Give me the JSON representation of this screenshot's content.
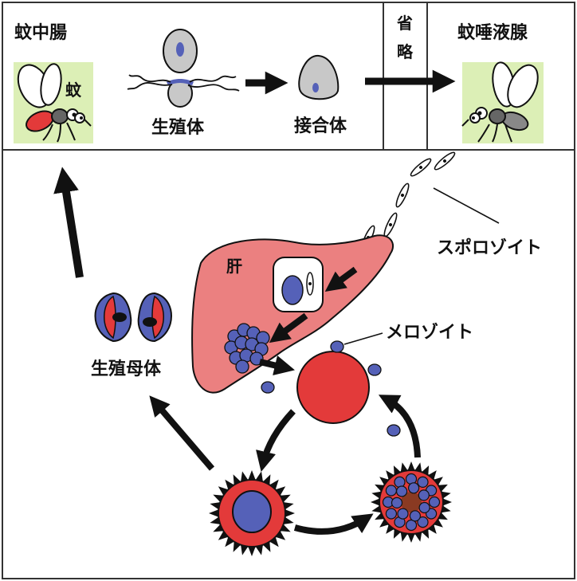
{
  "labels": {
    "mosquito_midgut": "蚊中腸",
    "gametes": "生殖体",
    "zygote": "接合体",
    "omitted_line1": "省",
    "omitted_line2": "略",
    "salivary_gland": "蚊唾液腺",
    "mosquito_tag": "蚊",
    "sporozoite": "スポロゾイト",
    "liver": "肝",
    "merozoite": "メロゾイト",
    "gametocyte": "生殖母体"
  },
  "colors": {
    "outline": "#111111",
    "frame": "#333333",
    "red_cell": "#e33a3a",
    "liver": "#eb8080",
    "parasite_blue": "#5561b8",
    "parasite_grey": "#c8c8c8",
    "mosquito_bg": "#dcefb6",
    "brown": "#8a3a22",
    "arrow": "#111111"
  }
}
